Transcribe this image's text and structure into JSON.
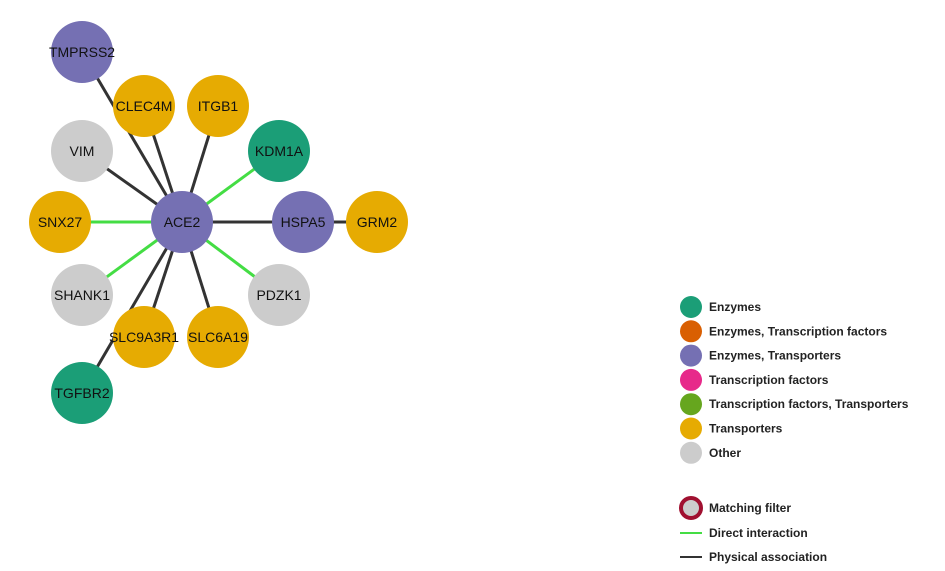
{
  "colors": {
    "enzymes": "#1b9e77",
    "enzymes_tf": "#d95f02",
    "enzymes_transporters": "#7570b3",
    "transcription_factors": "#e7298a",
    "tf_transporters": "#66a61e",
    "transporters": "#e6ab02",
    "other": "#cccccc",
    "direct": "#44dd44",
    "physical": "#333333",
    "filter_ring": "#a01030"
  },
  "nodes": [
    {
      "id": "ACE2",
      "label": "ACE2",
      "category": "enzymes_transporters"
    },
    {
      "id": "TMPRSS2",
      "label": "TMPRSS2",
      "category": "enzymes_transporters"
    },
    {
      "id": "CLEC4M",
      "label": "CLEC4M",
      "category": "transporters"
    },
    {
      "id": "ITGB1",
      "label": "ITGB1",
      "category": "transporters"
    },
    {
      "id": "KDM1A",
      "label": "KDM1A",
      "category": "enzymes"
    },
    {
      "id": "VIM",
      "label": "VIM",
      "category": "other"
    },
    {
      "id": "SNX27",
      "label": "SNX27",
      "category": "transporters"
    },
    {
      "id": "HSPA5",
      "label": "HSPA5",
      "category": "enzymes_transporters"
    },
    {
      "id": "GRM2",
      "label": "GRM2",
      "category": "transporters"
    },
    {
      "id": "SHANK1",
      "label": "SHANK1",
      "category": "other"
    },
    {
      "id": "PDZK1",
      "label": "PDZK1",
      "category": "other"
    },
    {
      "id": "SLC9A3R1",
      "label": "SLC9A3R1",
      "category": "transporters"
    },
    {
      "id": "SLC6A19",
      "label": "SLC6A19",
      "category": "transporters"
    },
    {
      "id": "TGFBR2",
      "label": "TGFBR2",
      "category": "enzymes"
    }
  ],
  "edges": [
    {
      "source": "ACE2",
      "target": "TMPRSS2",
      "type": "physical"
    },
    {
      "source": "ACE2",
      "target": "CLEC4M",
      "type": "physical"
    },
    {
      "source": "ACE2",
      "target": "ITGB1",
      "type": "physical"
    },
    {
      "source": "ACE2",
      "target": "KDM1A",
      "type": "direct"
    },
    {
      "source": "ACE2",
      "target": "VIM",
      "type": "physical"
    },
    {
      "source": "ACE2",
      "target": "SNX27",
      "type": "direct"
    },
    {
      "source": "ACE2",
      "target": "HSPA5",
      "type": "physical"
    },
    {
      "source": "HSPA5",
      "target": "GRM2",
      "type": "physical"
    },
    {
      "source": "ACE2",
      "target": "SHANK1",
      "type": "direct"
    },
    {
      "source": "ACE2",
      "target": "PDZK1",
      "type": "direct"
    },
    {
      "source": "ACE2",
      "target": "SLC9A3R1",
      "type": "physical"
    },
    {
      "source": "ACE2",
      "target": "SLC6A19",
      "type": "physical"
    },
    {
      "source": "ACE2",
      "target": "TGFBR2",
      "type": "physical"
    }
  ],
  "legend": {
    "categories": [
      {
        "key": "enzymes",
        "label": "Enzymes"
      },
      {
        "key": "enzymes_tf",
        "label": "Enzymes, Transcription factors"
      },
      {
        "key": "enzymes_transporters",
        "label": "Enzymes, Transporters"
      },
      {
        "key": "transcription_factors",
        "label": "Transcription factors"
      },
      {
        "key": "tf_transporters",
        "label": "Transcription factors, Transporters"
      },
      {
        "key": "transporters",
        "label": "Transporters"
      },
      {
        "key": "other",
        "label": "Other"
      }
    ],
    "matching_filter": "Matching filter",
    "direct_interaction": "Direct interaction",
    "physical_association": "Physical association"
  }
}
